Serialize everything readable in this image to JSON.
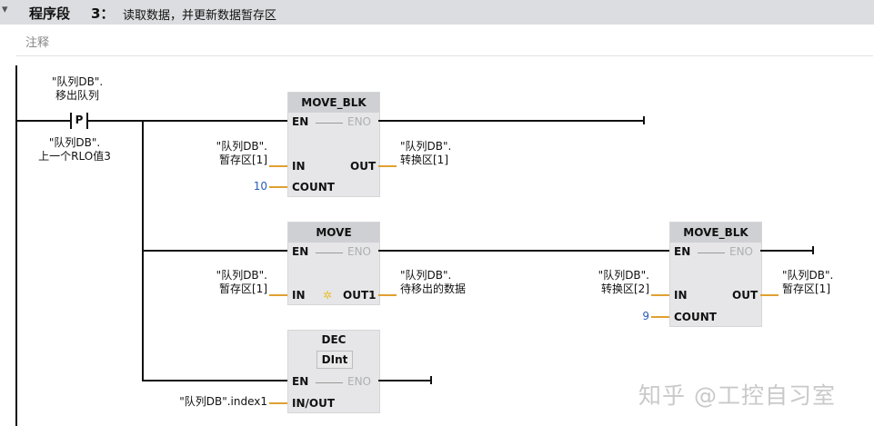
{
  "header": {
    "title": "程序段",
    "number": "3：",
    "description": "读取数据，并更新数据暂存区"
  },
  "comment": {
    "text": "注释"
  },
  "contact": {
    "type": "P",
    "top_operand_line1": "\"队列DB\".",
    "top_operand_line2": "移出队列",
    "bottom_operand_line1": "\"队列DB\".",
    "bottom_operand_line2": "上一个RLO值3"
  },
  "blocks": {
    "move_blk_1": {
      "name": "MOVE_BLK",
      "en": "EN",
      "eno": "ENO",
      "in": "IN",
      "out": "OUT",
      "count": "COUNT",
      "in_operand_line1": "\"队列DB\".",
      "in_operand_line2": "暂存区[1]",
      "out_operand_line1": "\"队列DB\".",
      "out_operand_line2": "转换区[1]",
      "count_value": "10"
    },
    "move": {
      "name": "MOVE",
      "en": "EN",
      "eno": "ENO",
      "in": "IN",
      "out1": "OUT1",
      "in_operand_line1": "\"队列DB\".",
      "in_operand_line2": "暂存区[1]",
      "out_operand_line1": "\"队列DB\".",
      "out_operand_line2": "待移出的数据"
    },
    "move_blk_2": {
      "name": "MOVE_BLK",
      "en": "EN",
      "eno": "ENO",
      "in": "IN",
      "out": "OUT",
      "count": "COUNT",
      "in_operand_line1": "\"队列DB\".",
      "in_operand_line2": "转换区[2]",
      "out_operand_line1": "\"队列DB\".",
      "out_operand_line2": "暂存区[1]",
      "count_value": "9"
    },
    "dec": {
      "name": "DEC",
      "type": "DInt",
      "en": "EN",
      "eno": "ENO",
      "inout": "IN/OUT",
      "inout_operand": "\"队列DB\".index1"
    }
  },
  "watermark": "知乎 @工控自习室",
  "colors": {
    "header_bg": "#dcdde0",
    "box_bg": "#e6e6e8",
    "box_header": "#cfd0d4",
    "connector": "#e0a030",
    "constant": "#2a5bb8"
  }
}
